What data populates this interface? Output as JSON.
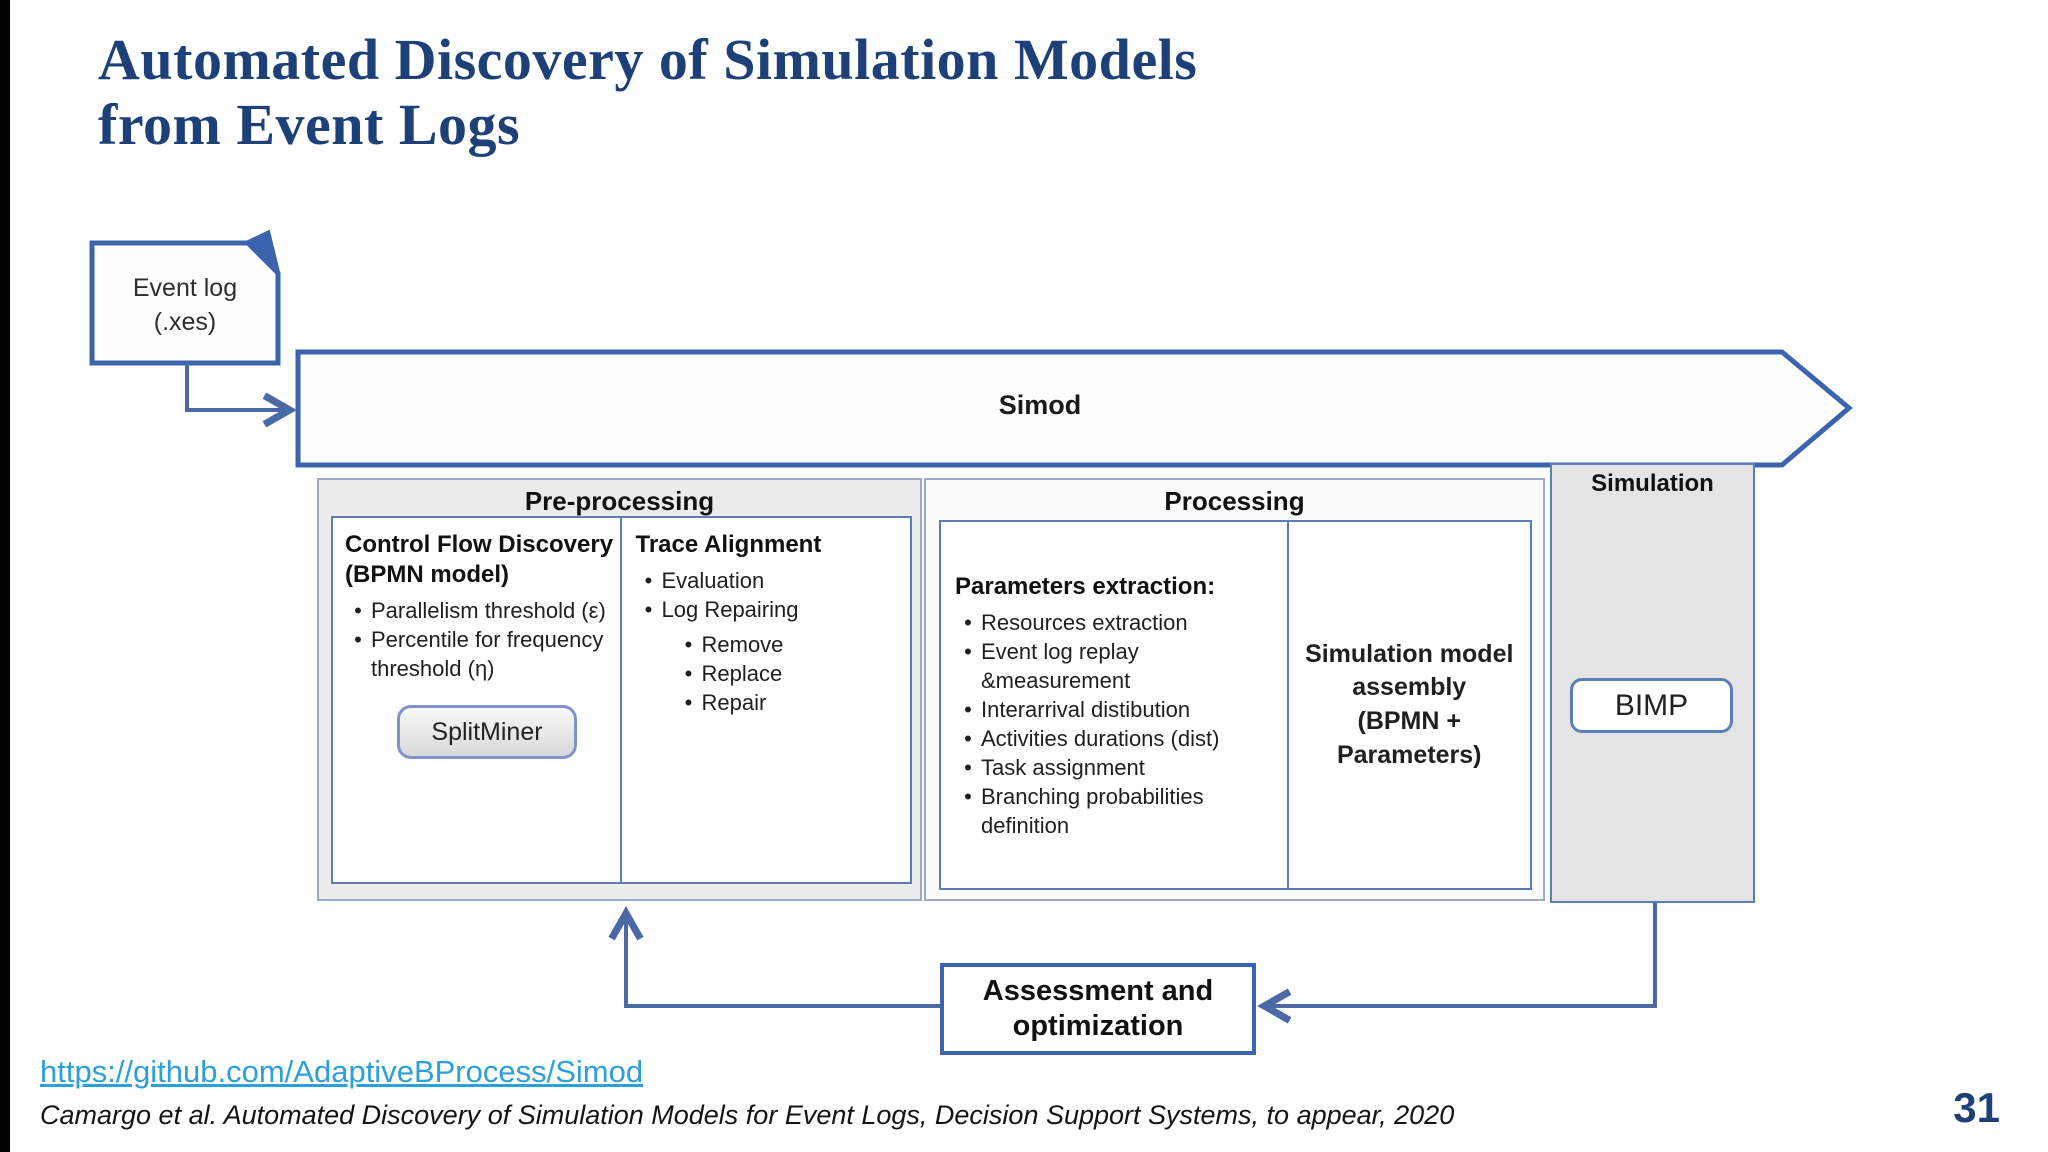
{
  "title": {
    "line1": "Automated Discovery of Simulation Models",
    "line2": "from Event Logs"
  },
  "diagram": {
    "event_log": {
      "line1": "Event log",
      "line2": "(.xes)"
    },
    "simod_label": "Simod",
    "preprocessing": {
      "header": "Pre-processing",
      "control_flow": {
        "title1": "Control Flow Discovery",
        "title2": "(BPMN model)",
        "bullets": [
          "Parallelism threshold (ε)",
          "Percentile for frequency threshold (η)"
        ],
        "button": "SplitMiner"
      },
      "trace_alignment": {
        "title": "Trace Alignment",
        "bullets": [
          "Evaluation",
          "Log Repairing"
        ],
        "sub_bullets": [
          "Remove",
          "Replace",
          "Repair"
        ]
      }
    },
    "processing": {
      "header": "Processing",
      "parameters": {
        "title": "Parameters extraction:",
        "bullets": [
          "Resources extraction",
          "Event log replay &measurement",
          "Interarrival distibution",
          "Activities durations (dist)",
          "Task assignment",
          "Branching probabilities definition"
        ]
      },
      "assembly": {
        "lines": [
          "Simulation model",
          "assembly",
          "(BPMN +",
          "Parameters)"
        ]
      }
    },
    "simulation": {
      "header": "Simulation",
      "button": "BIMP"
    },
    "assessment": {
      "line1": "Assessment and",
      "line2": "optimization"
    }
  },
  "footer": {
    "link": "https://github.com/AdaptiveBProcess/Simod",
    "citation": "Camargo et al. Automated Discovery of Simulation Models for Event Logs, Decision Support Systems, to appear, 2020",
    "page_number": "31"
  },
  "colors": {
    "navy": "#1c4077",
    "blue": "#3c63ae",
    "line": "#4a69a5",
    "panelBorder": "#9aabc9",
    "innerBorder": "#5b7fb5",
    "panelBg": "#ececec",
    "simBg": "#e4e4e4",
    "link": "#2da0da"
  }
}
